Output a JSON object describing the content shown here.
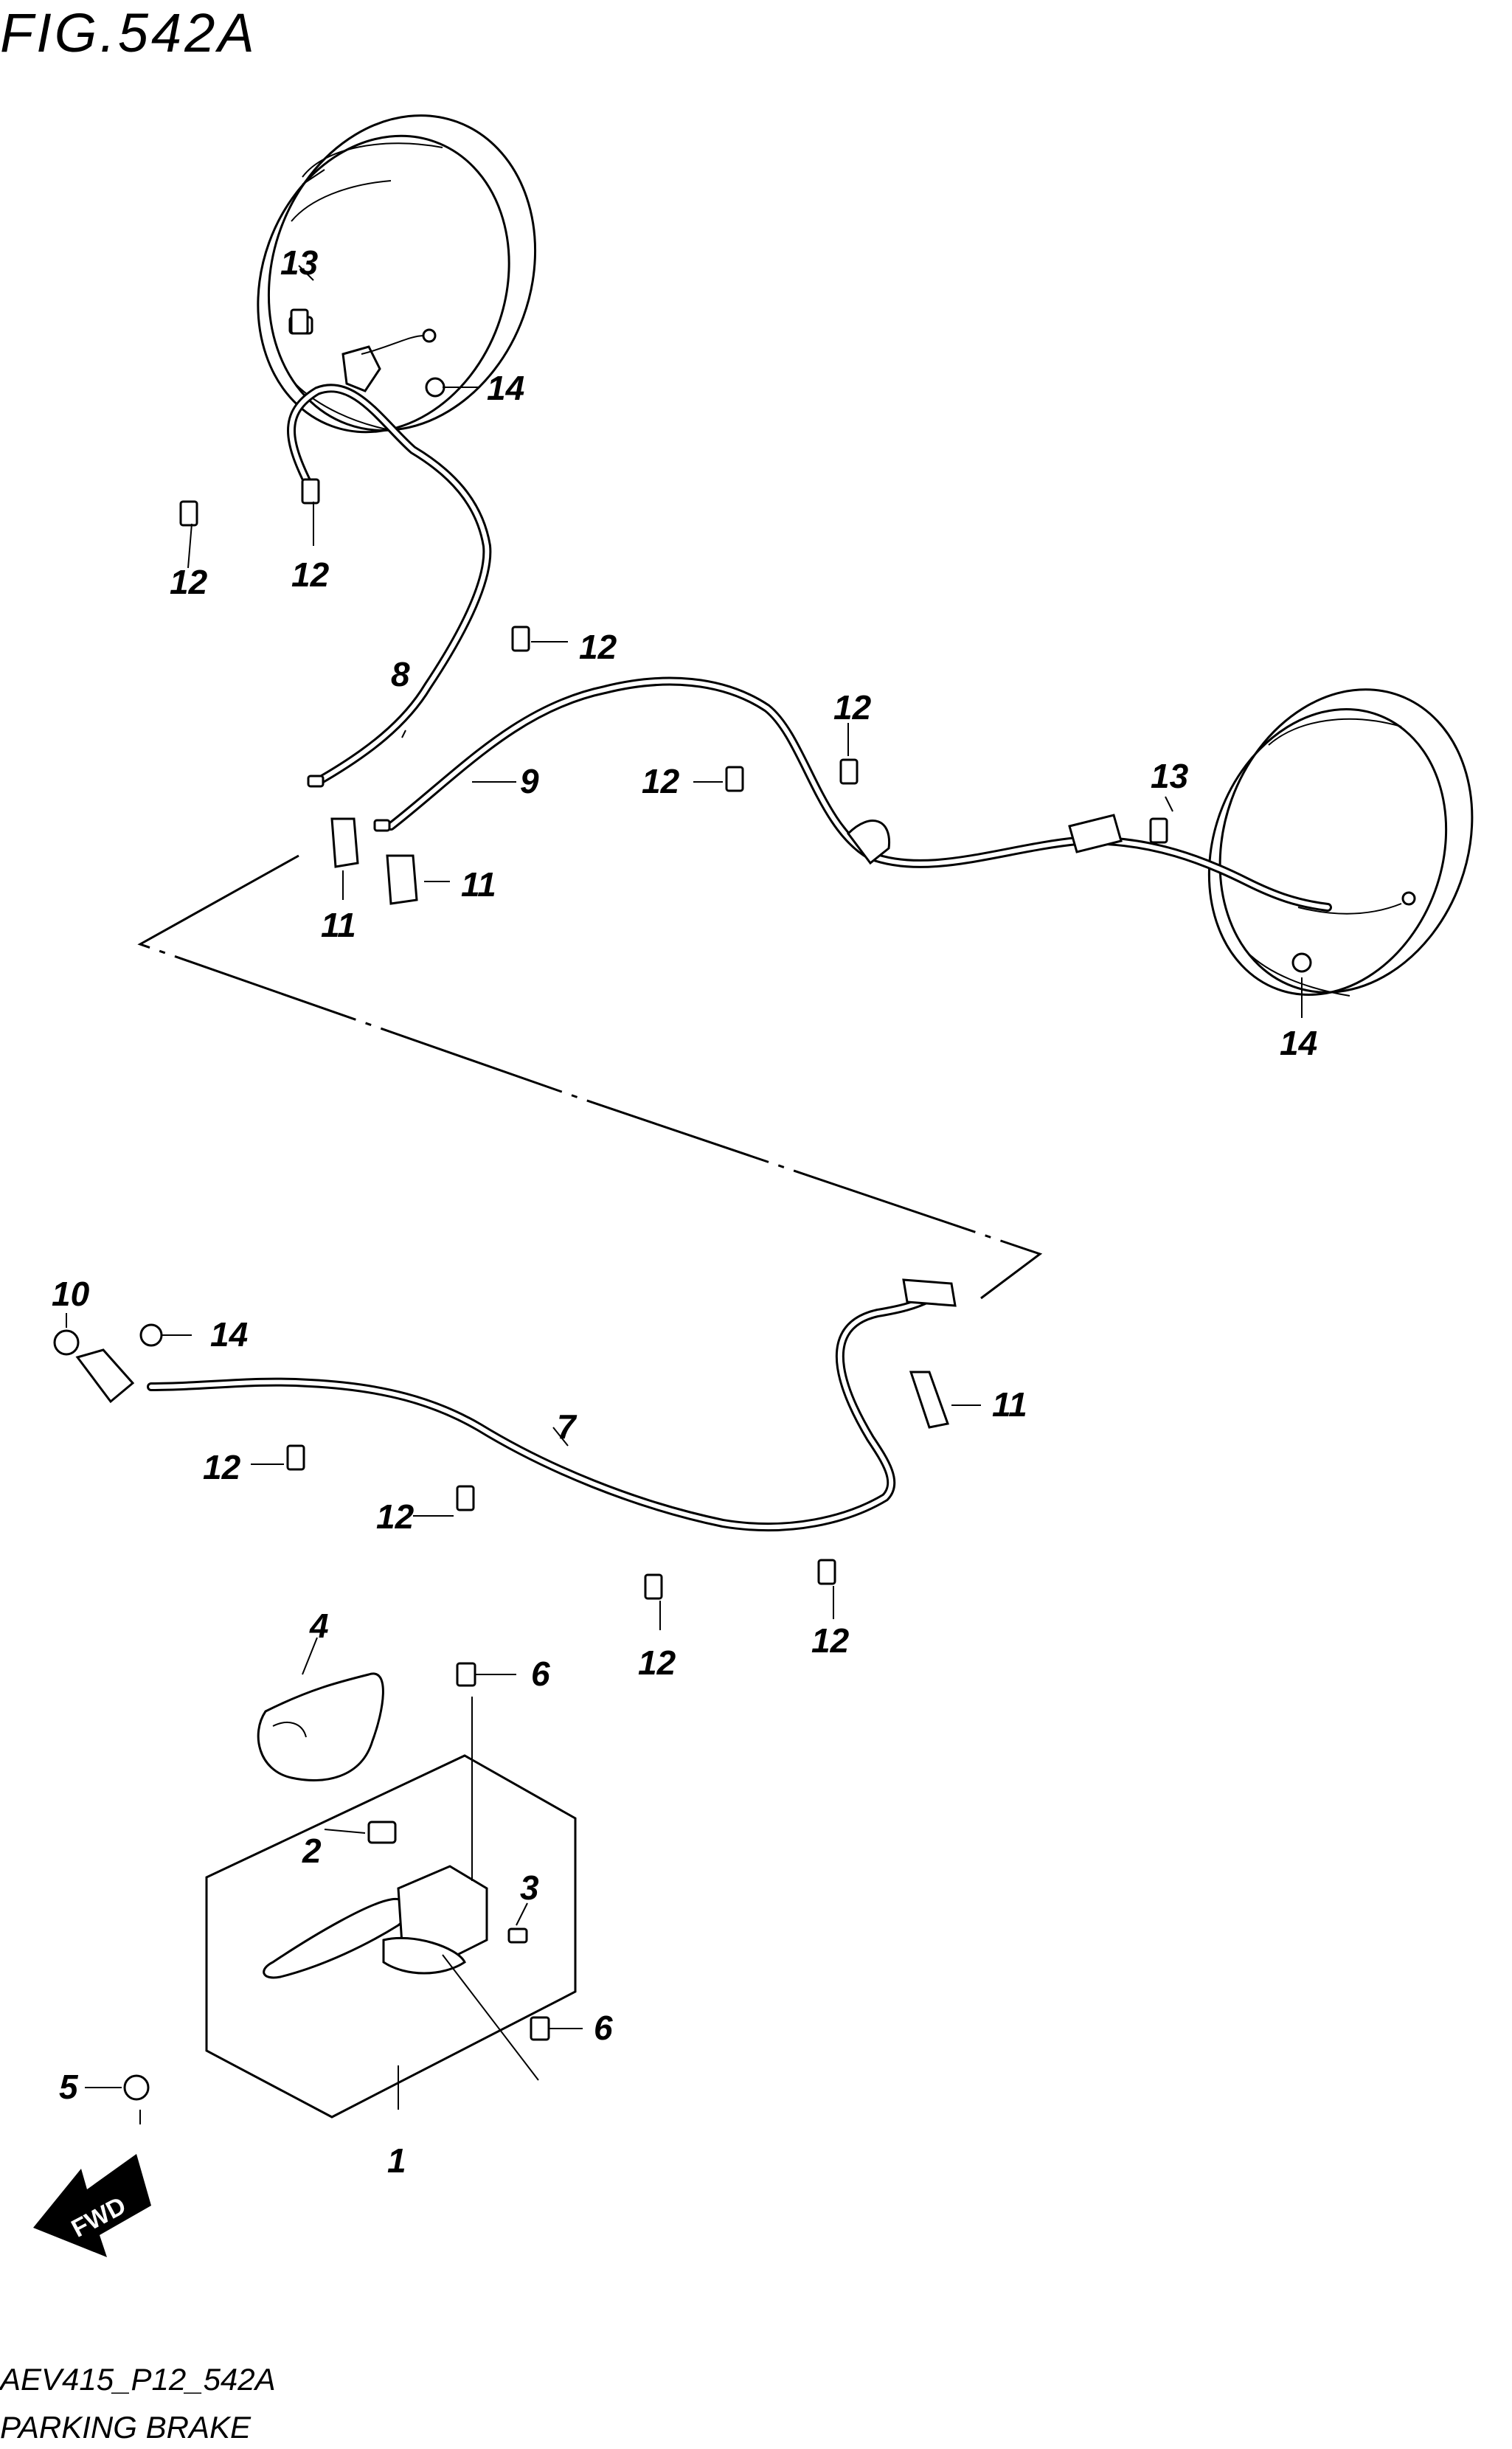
{
  "figure": {
    "title": "FIG.542A"
  },
  "footer": {
    "code": "AEV415_P12_542A",
    "name": "PARKING BRAKE"
  },
  "callouts": [
    {
      "id": "c13a",
      "text": "13"
    },
    {
      "id": "c14a",
      "text": "14"
    },
    {
      "id": "c12a",
      "text": "12"
    },
    {
      "id": "c12b",
      "text": "12"
    },
    {
      "id": "c12c",
      "text": "12"
    },
    {
      "id": "c8",
      "text": "8"
    },
    {
      "id": "c9",
      "text": "9"
    },
    {
      "id": "c12d",
      "text": "12"
    },
    {
      "id": "c12e",
      "text": "12"
    },
    {
      "id": "c13b",
      "text": "13"
    },
    {
      "id": "c11a",
      "text": "11"
    },
    {
      "id": "c11b",
      "text": "11"
    },
    {
      "id": "c14b",
      "text": "14"
    },
    {
      "id": "c10",
      "text": "10"
    },
    {
      "id": "c14c",
      "text": "14"
    },
    {
      "id": "c7",
      "text": "7"
    },
    {
      "id": "c11c",
      "text": "11"
    },
    {
      "id": "c12f",
      "text": "12"
    },
    {
      "id": "c12g",
      "text": "12"
    },
    {
      "id": "c12h",
      "text": "12"
    },
    {
      "id": "c12i",
      "text": "12"
    },
    {
      "id": "c4",
      "text": "4"
    },
    {
      "id": "c6a",
      "text": "6"
    },
    {
      "id": "c2",
      "text": "2"
    },
    {
      "id": "c3",
      "text": "3"
    },
    {
      "id": "c6b",
      "text": "6"
    },
    {
      "id": "c5",
      "text": "5"
    },
    {
      "id": "c1",
      "text": "1"
    }
  ],
  "fwd_arrow": {
    "text": "FWD"
  }
}
